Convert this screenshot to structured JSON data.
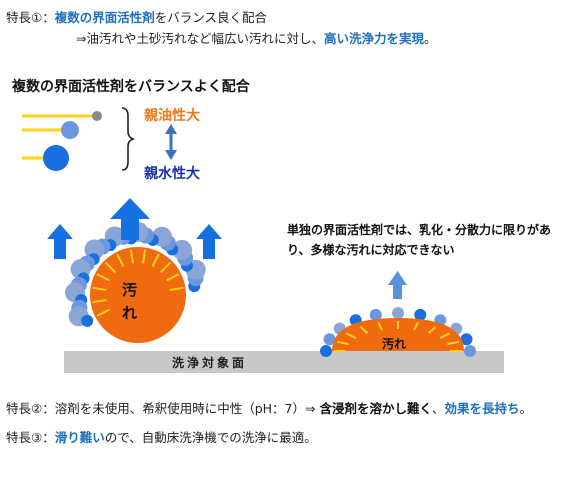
{
  "feature1": {
    "prefix": "特長①：",
    "highlight": "複数の界面活性剤",
    "rest": "をバランス良く配合",
    "line2_prefix": "⇒油汚れや土砂汚れなど幅広い汚れに対し、",
    "line2_highlight": "高い洗浄力を実現",
    "line2_suffix": "。"
  },
  "diagram": {
    "title": "複数の界面活性剤をバランスよく配合",
    "label_oil": "親油性大",
    "label_water": "親水性大",
    "dirt_left": "汚れ",
    "dirt_right": "汚れ",
    "single_note_line1": "単独の界面活性剤では、乳化・分散力に限りがあ",
    "single_note_line2": "り、多様な汚れに対応できない",
    "surface_label": "洗浄対象面",
    "colors": {
      "oil_label": "#f07a1a",
      "water_label": "#1a2fb0",
      "dirt": "#f06a10",
      "surfactant_head": "#1a6fe0",
      "tail": "#ffd21a",
      "surface": "#c8c8c8",
      "arrow": "#1570e0"
    }
  },
  "feature2": {
    "prefix": "特長②：溶剤を未使用、希釈使用時に中性（pH：7）⇒ ",
    "bold": "含浸剤を溶かし難く",
    "sep": "、",
    "highlight": "効果を長持ち",
    "suffix": "。"
  },
  "feature3": {
    "prefix": "特長③：",
    "highlight": "滑り難い",
    "rest": "ので、自動床洗浄機での洗浄に最適。"
  }
}
